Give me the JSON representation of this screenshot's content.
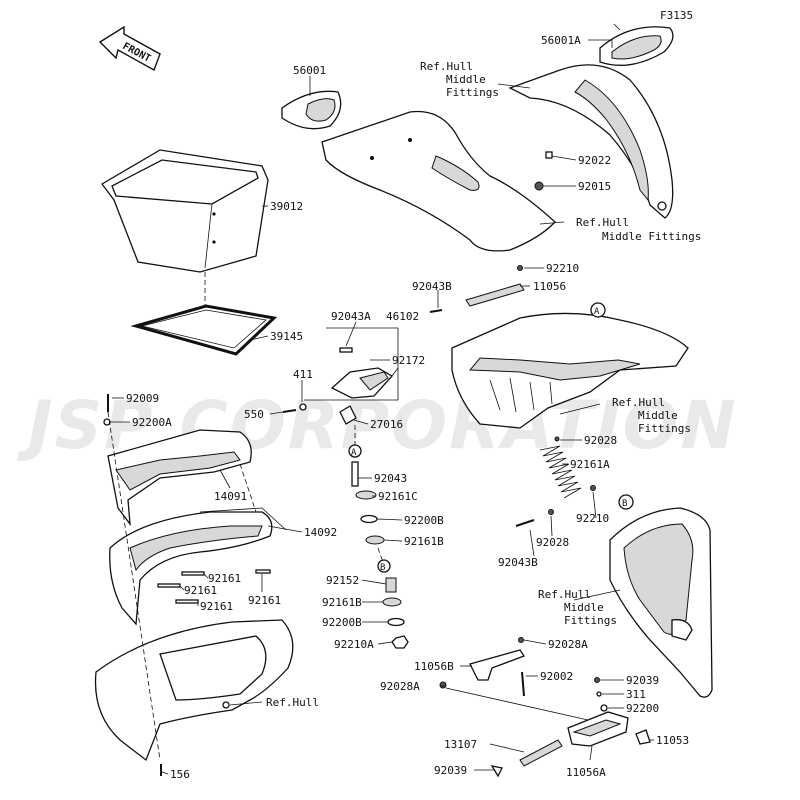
{
  "diagram_code": "F3135",
  "front_label": "FRONT",
  "watermark": "JSP CORPORATION",
  "callouts": {
    "A": "A",
    "B": "B"
  },
  "parts": {
    "p56001A": "56001A",
    "p56001": "56001",
    "p92022": "92022",
    "p92015": "92015",
    "p39012": "39012",
    "p39145": "39145",
    "p92210a": "92210",
    "p92043B_a": "92043B",
    "p11056": "11056",
    "p92043A": "92043A",
    "p46102": "46102",
    "p92172": "92172",
    "p411": "411",
    "p550": "550",
    "p27016": "27016",
    "p92009": "92009",
    "p92200A": "92200A",
    "p14091": "14091",
    "p14092": "14092",
    "p92043": "92043",
    "p92161C": "92161C",
    "p92200B_a": "92200B",
    "p92161B_a": "92161B",
    "p92152": "92152",
    "p92161B_b": "92161B",
    "p92200B_b": "92200B",
    "p92210A": "92210A",
    "p92161_a": "92161",
    "p92161_b": "92161",
    "p92161_c": "92161",
    "p92161_d": "92161",
    "p92028_a": "92028",
    "p92161A": "92161A",
    "p92210b": "92210",
    "p92028_b": "92028",
    "p92043B_b": "92043B",
    "p92028A_a": "92028A",
    "p11056B": "11056B",
    "p92028A_b": "92028A",
    "p92002": "92002",
    "p92039_a": "92039",
    "p311": "311",
    "p92200": "92200",
    "p13107": "13107",
    "p11053": "11053",
    "p92039_b": "92039",
    "p11056A": "11056A",
    "p156": "156"
  },
  "refs": {
    "hull_mid_1": [
      "Ref.Hull",
      "Middle",
      "Fittings"
    ],
    "hull_mid_2": [
      "Ref.Hull",
      "Middle Fittings"
    ],
    "hull_mid_3": [
      "Ref.Hull",
      "Middle",
      "Fittings"
    ],
    "hull_mid_4": [
      "Ref.Hull",
      "Middle",
      "Fittings"
    ],
    "hull": "Ref.Hull"
  }
}
